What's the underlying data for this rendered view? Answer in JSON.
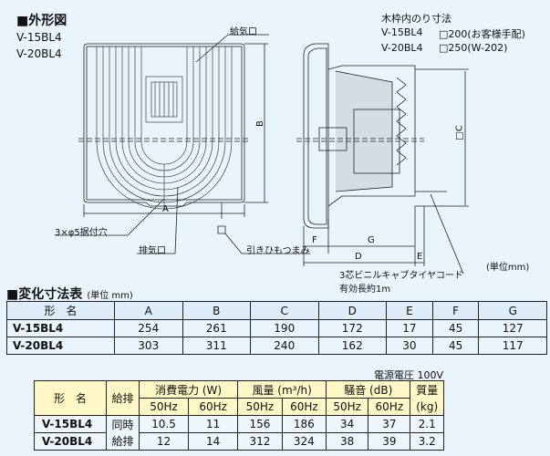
{
  "drawing": {
    "title": "■外形図",
    "models": [
      "V-15BL4",
      "V-20BL4"
    ],
    "frame_title": "木枠内のり寸法",
    "frame_rows": [
      {
        "model": "V-15BL4",
        "size": "□200(お客様手配)"
      },
      {
        "model": "V-20BL4",
        "size": "□250(W-202)"
      }
    ],
    "labels": {
      "intake": "給気口",
      "exhaust": "排気口",
      "mount_holes": "3×φ5据付穴",
      "pull_knob": "引きひもつまみ",
      "cord": "3芯ビニルキャブタイヤコード",
      "cord_length": "有効長約1m",
      "unit": "(単位mm)"
    },
    "dims": {
      "A": "A",
      "B": "B",
      "C": "□C",
      "D": "D",
      "E": "E",
      "F": "F",
      "G": "G"
    }
  },
  "dim_table": {
    "title": "■変化寸法表",
    "unit": "(単位 mm)",
    "headers": [
      "形　名",
      "A",
      "B",
      "C",
      "D",
      "E",
      "F",
      "G"
    ],
    "rows": [
      [
        "V-15BL4",
        "254",
        "261",
        "190",
        "172",
        "17",
        "45",
        "127"
      ],
      [
        "V-20BL4",
        "303",
        "311",
        "240",
        "162",
        "30",
        "45",
        "117"
      ]
    ]
  },
  "spec_table": {
    "voltage": "電源電圧 100V",
    "headers": {
      "model": "形　名",
      "mode": "給排",
      "power": "消費電力 (W)",
      "airflow": "風量 (m³/h)",
      "noise": "騒音 (dB)",
      "mass": "質量",
      "mass_unit": "(kg)",
      "hz50": "50Hz",
      "hz60": "60Hz"
    },
    "mode_values": [
      "同時",
      "給排"
    ],
    "rows": [
      {
        "model": "V-15BL4",
        "power50": "10.5",
        "power60": "11",
        "air50": "156",
        "air60": "186",
        "noise50": "34",
        "noise60": "37",
        "mass": "2.1"
      },
      {
        "model": "V-20BL4",
        "power50": "12",
        "power60": "14",
        "air50": "312",
        "air60": "324",
        "noise50": "38",
        "noise60": "39",
        "mass": "3.2"
      }
    ]
  }
}
